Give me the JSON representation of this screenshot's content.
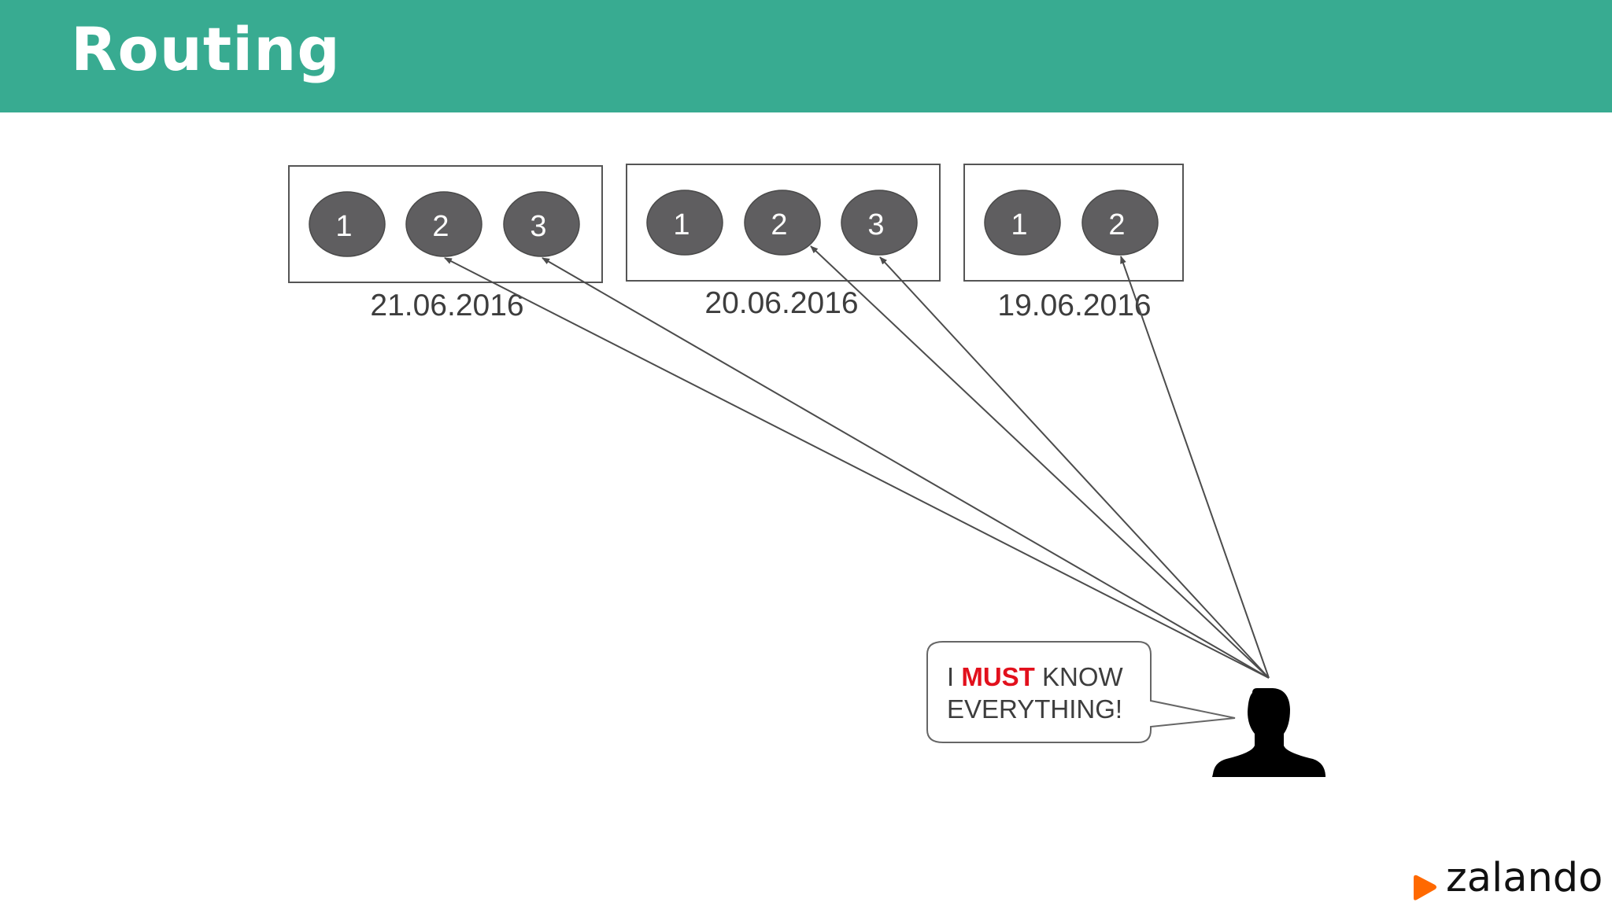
{
  "header": {
    "title": "Routing",
    "color": "#38ab91"
  },
  "groups": [
    {
      "date": "21.06.2016",
      "nodes": [
        "1",
        "2",
        "3"
      ]
    },
    {
      "date": "20.06.2016",
      "nodes": [
        "1",
        "2",
        "3"
      ]
    },
    {
      "date": "19.06.2016",
      "nodes": [
        "1",
        "2"
      ]
    }
  ],
  "speech_bubble": {
    "prefix": "I ",
    "emphasis": "MUST",
    "suffix": " KNOW",
    "line2": "EVERYTHING!",
    "emphasis_color": "#e2101c"
  },
  "user_icon": "person-silhouette-icon",
  "logo": {
    "text": "zalando",
    "mark_color": "#ff6900",
    "icon": "zalando-logo-icon"
  }
}
